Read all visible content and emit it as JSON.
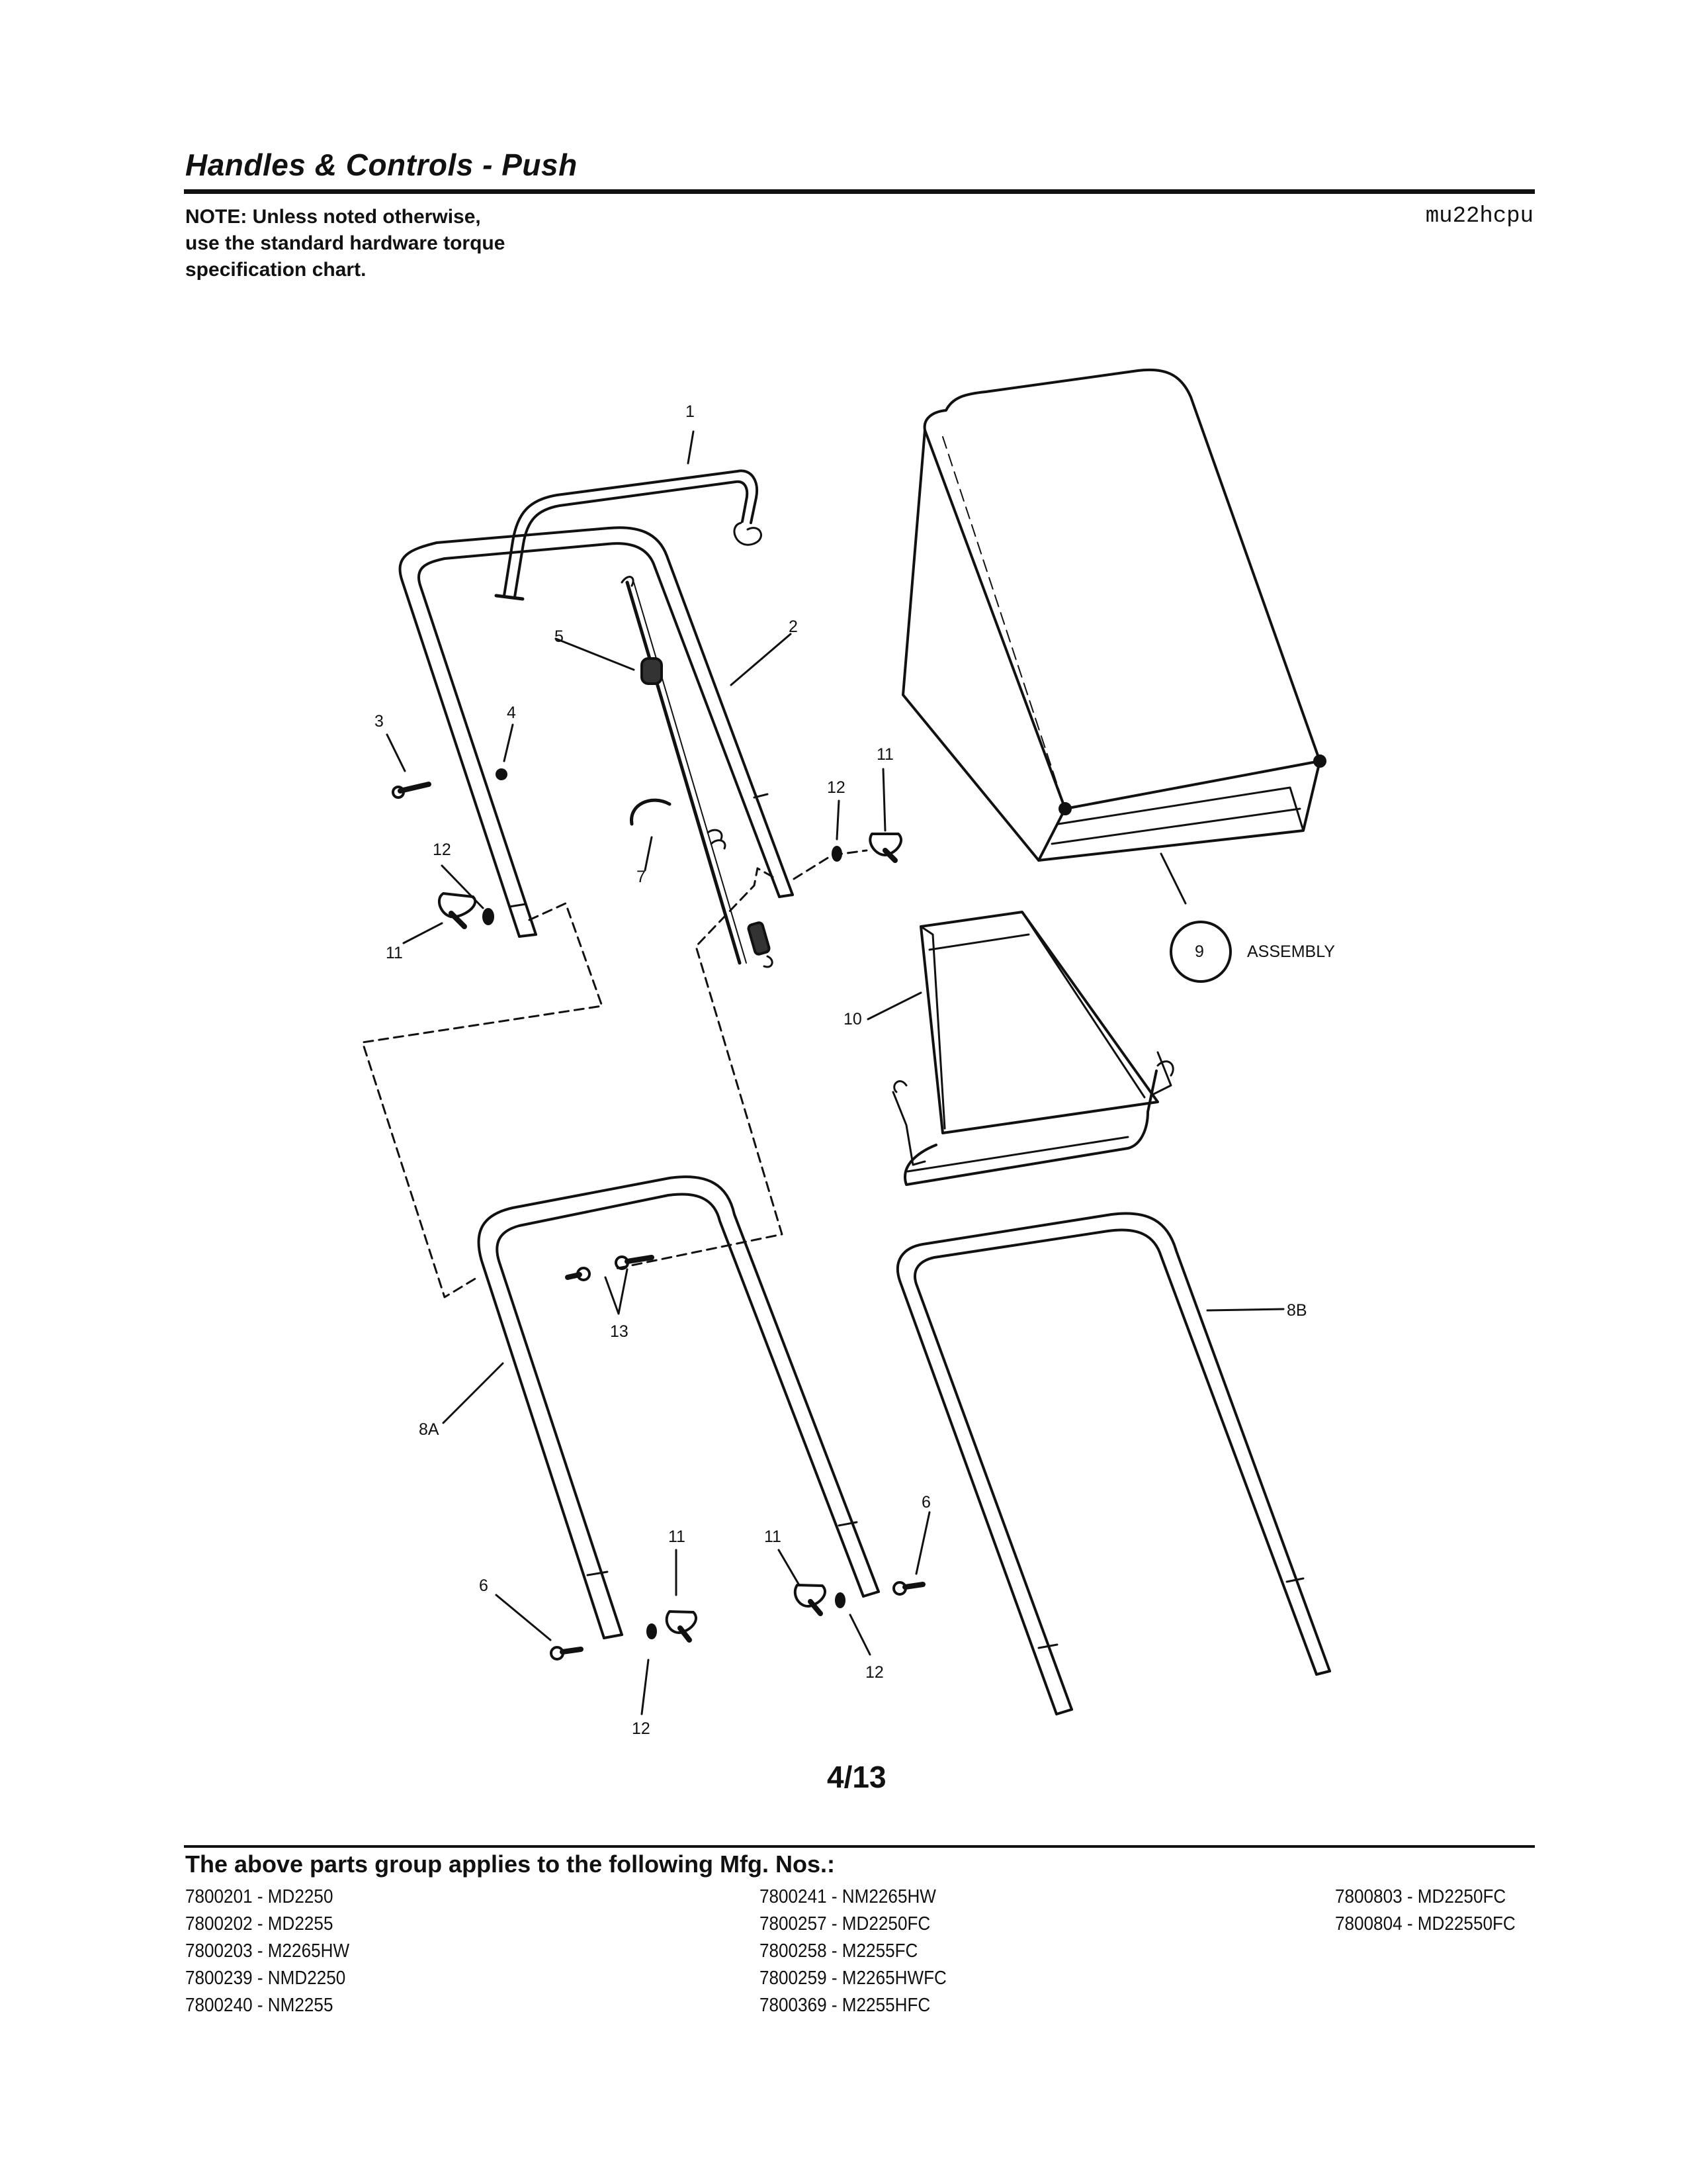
{
  "header": {
    "title": "Handles & Controls - Push",
    "note_lines": [
      "NOTE: Unless noted otherwise,",
      "use the standard hardware torque",
      "specification chart."
    ],
    "model_code": "mu22hcpu"
  },
  "callouts": {
    "c1": "1",
    "c2": "2",
    "c3": "3",
    "c4": "4",
    "c5": "5",
    "c6a": "6",
    "c6b": "6",
    "c7": "7",
    "c8a": "8A",
    "c8b": "8B",
    "c9": "9",
    "c9_text": "ASSEMBLY",
    "c10": "10",
    "c11a": "11",
    "c11b": "11",
    "c11c": "11",
    "c11d": "11",
    "c12a": "12",
    "c12b": "12",
    "c12c": "12",
    "c12d": "12",
    "c13": "13"
  },
  "page_number": "4/13",
  "footer": {
    "applies_title": "The above parts group applies to the following Mfg. Nos.:",
    "columns": [
      [
        "7800201 - MD2250",
        "7800202 - MD2255",
        "7800203 - M2265HW",
        "7800239 - NMD2250",
        "7800240 - NM2255"
      ],
      [
        "7800241 - NM2265HW",
        "7800257 - MD2250FC",
        "7800258 - M2255FC",
        "7800259 - M2265HWFC",
        "7800369 - M2255HFC"
      ],
      [
        "7800803 - MD2250FC",
        "7800804 - MD22550FC"
      ]
    ]
  }
}
